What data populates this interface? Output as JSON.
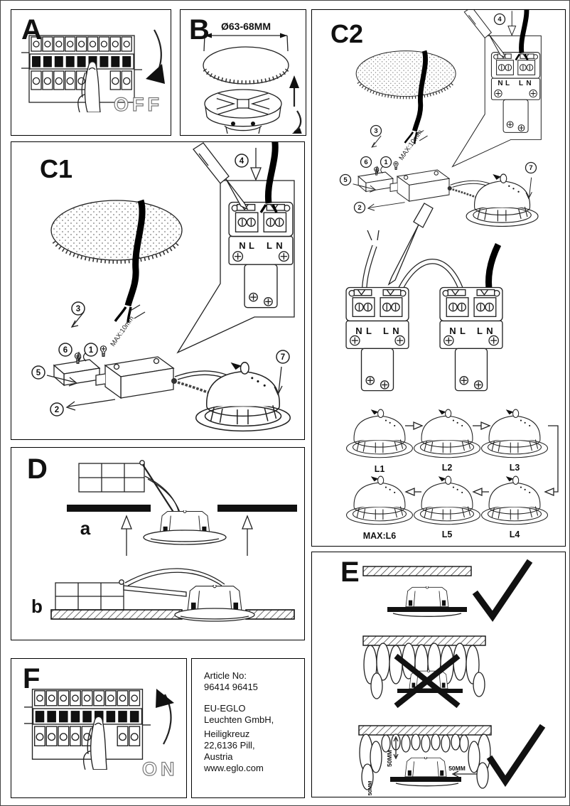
{
  "panels": {
    "a": {
      "label": "A",
      "status": "OFF"
    },
    "b": {
      "label": "B",
      "dimension": "Ø63-68MM"
    },
    "c1": {
      "label": "C1"
    },
    "c2": {
      "label": "C2",
      "lamp_labels": [
        "L1",
        "L2",
        "L3",
        "L4",
        "L5"
      ],
      "lamp_max_label": "MAX:L6"
    },
    "d": {
      "label": "D",
      "variant_a": "a",
      "variant_b": "b"
    },
    "e": {
      "label": "E",
      "clearance": "50MM"
    },
    "f": {
      "label": "F",
      "status": "ON"
    }
  },
  "shared": {
    "terminal_labels": [
      "N",
      "L",
      "L",
      "N"
    ],
    "strip_length": "MAX:10mm",
    "steps": {
      "1": "1",
      "2": "2",
      "3": "3",
      "4": "4",
      "5": "5",
      "6": "6",
      "7": "7"
    }
  },
  "info_box": {
    "lines": [
      "Article No:",
      "96414 96415",
      "EU-EGLO",
      "Leuchten GmbH,",
      "Heiligkreuz",
      "22,6136 Pill,",
      "Austria",
      "www.eglo.com"
    ]
  }
}
